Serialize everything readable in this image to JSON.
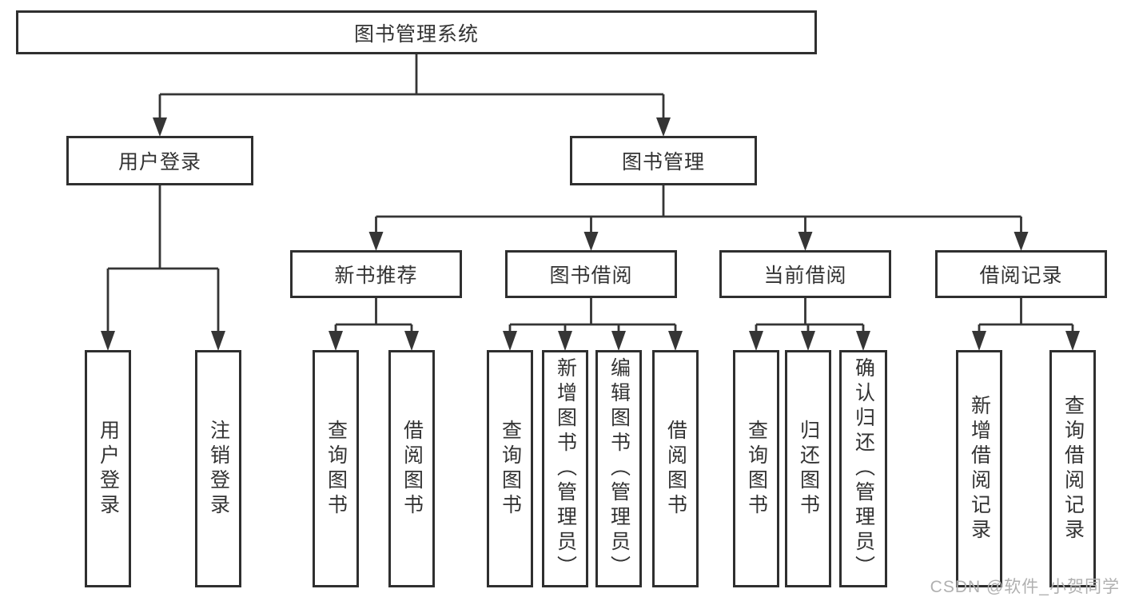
{
  "colors": {
    "line": "#353535",
    "box_border": "#2f2f2f",
    "text": "#333333",
    "watermark": "#b0b0b0",
    "background": "#ffffff"
  },
  "root": {
    "label": "图书管理系统"
  },
  "user_login": {
    "label": "用户登录",
    "children": [
      {
        "label": "用户登录"
      },
      {
        "label": "注销登录"
      }
    ]
  },
  "book_mgmt": {
    "label": "图书管理",
    "sections": [
      {
        "label": "新书推荐",
        "children": [
          {
            "label": "查询图书"
          },
          {
            "label": "借阅图书"
          }
        ]
      },
      {
        "label": "图书借阅",
        "children": [
          {
            "label": "查询图书"
          },
          {
            "label": "新增图书（管理员）"
          },
          {
            "label": "编辑图书（管理员）"
          },
          {
            "label": "借阅图书"
          }
        ]
      },
      {
        "label": "当前借阅",
        "children": [
          {
            "label": "查询图书"
          },
          {
            "label": "归还图书"
          },
          {
            "label": "确认归还（管理员）"
          }
        ]
      },
      {
        "label": "借阅记录",
        "children": [
          {
            "label": "新增借阅记录"
          },
          {
            "label": "查询借阅记录"
          }
        ]
      }
    ]
  },
  "watermark": {
    "text": "CSDN @软件_小贺同学"
  }
}
